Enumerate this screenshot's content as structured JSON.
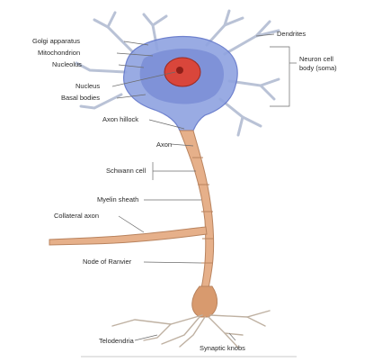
{
  "labels": {
    "golgi_apparatus": "Golgi apparatus",
    "mitochondrion": "Mitochondrion",
    "nucleolus_1": "Nucleolus",
    "nucleolus_2": "Nucleus",
    "basal_bodies": "Basal bodies",
    "dendrites": "Dendrites",
    "neuron_cell_body": "Neuron cell",
    "neuron_cell_body_2": "body (soma)",
    "axon_hillock": "Axon hillock",
    "axon": "Axon",
    "schwann_cell": "Schwann cell",
    "myelin_sheath": "Myelin sheath",
    "collateral_axon": "Collateral axon",
    "node_of_ranvier": "Node of Ranvier",
    "telodendria": "Telodendria",
    "synaptic_knobs": "Synaptic knobs"
  },
  "colors": {
    "cell_body": "#8fa3e0",
    "cell_body_dark": "#5f74c9",
    "nucleus": "#d9463b",
    "axon": "#e6b08a",
    "axon_edge": "#b9835e",
    "terminals": "#d8c7b7"
  }
}
